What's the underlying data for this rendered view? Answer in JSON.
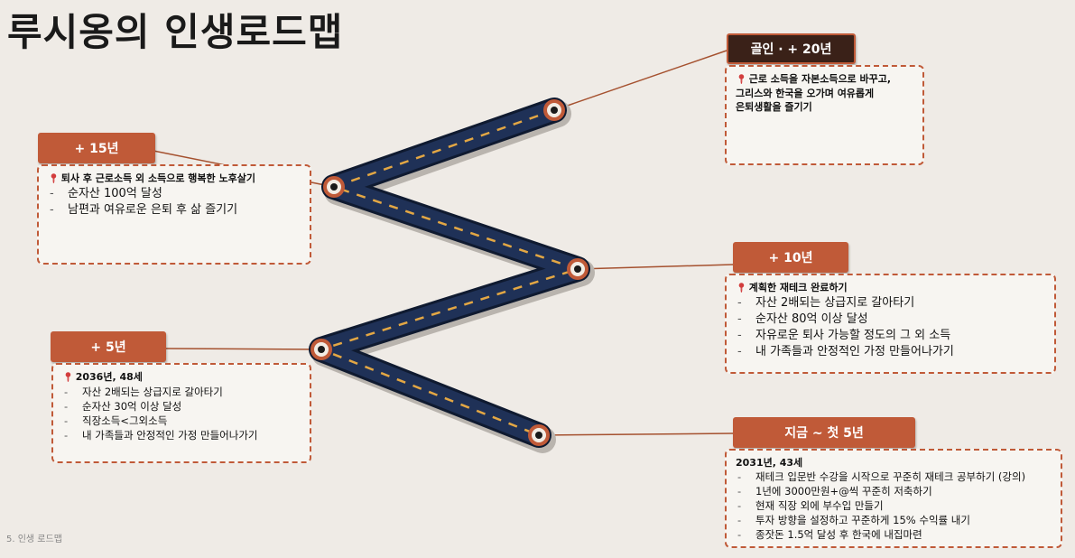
{
  "title": "루시옹의 인생로드맵",
  "footer": "5. 인생 로드맵",
  "milestones": {
    "goal": {
      "label": "골인 · + 20년",
      "lines": [
        "근로 소득을 자본소득으로 바꾸고,",
        "그리스와 한국을 오가며 여유롭게",
        "은퇴생활을 즐기기"
      ]
    },
    "y15": {
      "label": "+ 15년",
      "heading": "퇴사 후 근로소득 외 소득으로 행복한 노후살기",
      "items": [
        "순자산 100억 달성",
        "남편과 여유로운 은퇴 후 삶 즐기기"
      ]
    },
    "y10": {
      "label": "+ 10년",
      "heading": "계획한 재테크 완료하기",
      "items": [
        "자산 2배되는 상급지로  갈아타기",
        "순자산 80억 이상 달성",
        "자유로운 퇴사 가능할 정도의 그 외 소득",
        "내 가족들과 안정적인 가정 만들어나가기"
      ]
    },
    "y5": {
      "label": "+ 5년",
      "heading": "2036년, 48세",
      "items": [
        "자산 2배되는 상급지로 갈아타기",
        "순자산 30억 이상 달성",
        "직장소득<그외소득",
        "내 가족들과 안정적인 가정 만들어나가기"
      ]
    },
    "now": {
      "label": "지금 ~ 첫 5년",
      "heading": "2031년, 43세",
      "items": [
        "재테크 입문반 수강을 시작으로 꾸준히 재테크 공부하기 (강의)",
        "1년에 3000만원+@씩 꾸준히 저축하기",
        "현재 직장 외에 부수입 만들기",
        "투자 방향을 설정하고 꾸준하게 15% 수익률 내기",
        "종잣돈 1.5억 달성 후 한국에 내집마련"
      ]
    }
  }
}
